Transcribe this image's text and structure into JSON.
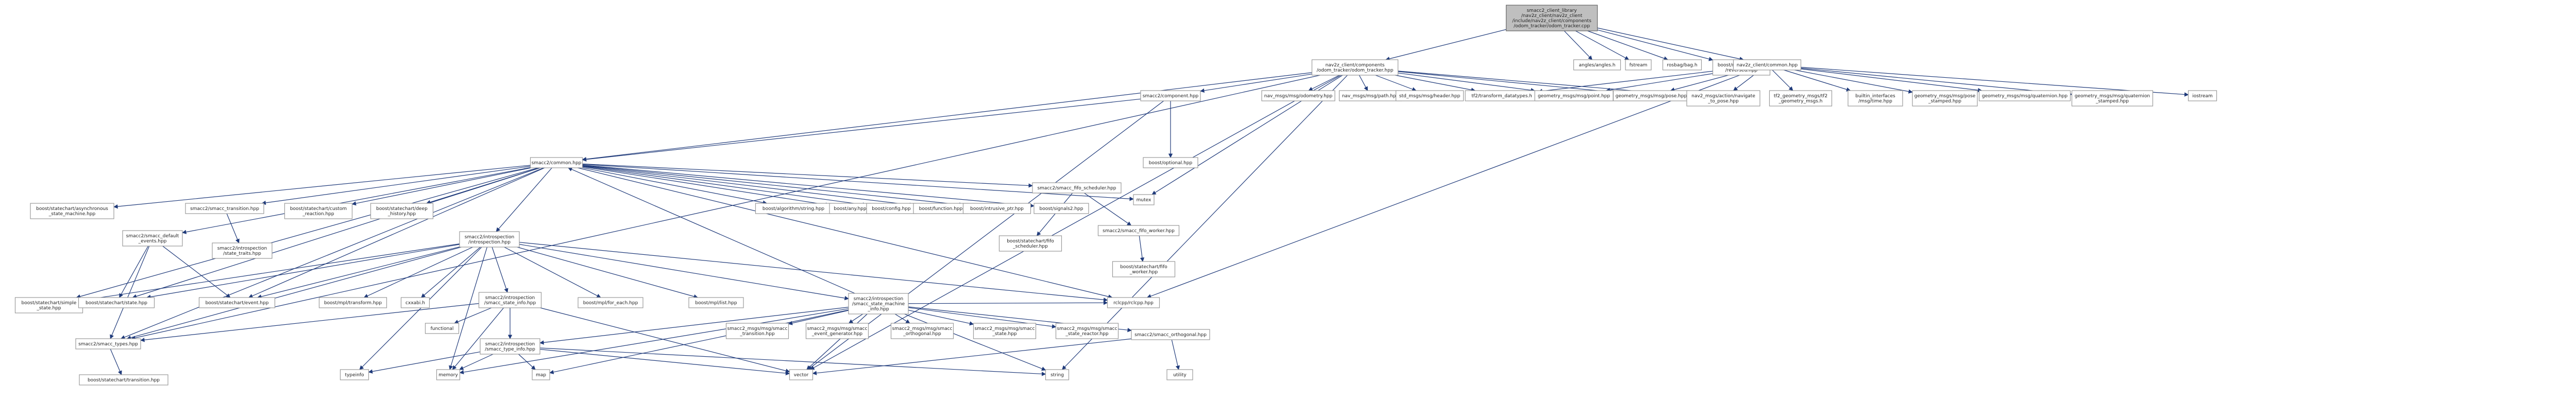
{
  "graph": {
    "edge_color": "#1f3a7a",
    "node_border": "#999999",
    "root_fill": "#bfbfbf",
    "nodes": [
      {
        "id": "root",
        "lines": [
          "smacc2_client_library",
          "/nav2z_client/nav2z_client",
          "/include/nav2z_client/components",
          "/odom_tracker/odom_tracker.cpp"
        ],
        "root": true
      },
      {
        "id": "ot_hpp",
        "lines": [
          "nav2z_client/components",
          "/odom_tracker/odom_tracker.hpp"
        ]
      },
      {
        "id": "angles",
        "lines": [
          "angles/angles.h"
        ]
      },
      {
        "id": "fstream",
        "lines": [
          "fstream"
        ]
      },
      {
        "id": "rosbag",
        "lines": [
          "rosbag/bag.h"
        ]
      },
      {
        "id": "boost_range",
        "lines": [
          "boost/range/adaptor",
          "/reversed.hpp"
        ]
      },
      {
        "id": "nav2z_common",
        "lines": [
          "nav2z_client/common.hpp"
        ]
      },
      {
        "id": "smacc2_component",
        "lines": [
          "smacc2/component.hpp"
        ]
      },
      {
        "id": "odometry",
        "lines": [
          "nav_msgs/msg/odometry.hpp"
        ]
      },
      {
        "id": "path",
        "lines": [
          "nav_msgs/msg/path.hpp"
        ]
      },
      {
        "id": "header",
        "lines": [
          "std_msgs/msg/header.hpp"
        ]
      },
      {
        "id": "tf2_datatypes",
        "lines": [
          "tf2/transform_datatypes.h"
        ]
      },
      {
        "id": "point",
        "lines": [
          "geometry_msgs/msg/point.hpp"
        ]
      },
      {
        "id": "pose",
        "lines": [
          "geometry_msgs/msg/pose.hpp"
        ]
      },
      {
        "id": "navigate_to_pose",
        "lines": [
          "nav2_msgs/action/navigate",
          "_to_pose.hpp"
        ]
      },
      {
        "id": "tf2_geometry",
        "lines": [
          "tf2_geometry_msgs/tf2",
          "_geometry_msgs.h"
        ]
      },
      {
        "id": "builtin_time",
        "lines": [
          "builtin_interfaces",
          "/msg/time.hpp"
        ]
      },
      {
        "id": "pose_stamped",
        "lines": [
          "geometry_msgs/msg/pose",
          "_stamped.hpp"
        ]
      },
      {
        "id": "quaternion",
        "lines": [
          "geometry_msgs/msg/quaternion.hpp"
        ]
      },
      {
        "id": "quaternion_stamped",
        "lines": [
          "geometry_msgs/msg/quaternion",
          "_stamped.hpp"
        ]
      },
      {
        "id": "iostream",
        "lines": [
          "iostream"
        ]
      },
      {
        "id": "boost_optional",
        "lines": [
          "boost/optional.hpp"
        ]
      },
      {
        "id": "smacc2_common",
        "lines": [
          "smacc2/common.hpp"
        ]
      },
      {
        "id": "mutex",
        "lines": [
          "mutex"
        ]
      },
      {
        "id": "async_state_machine",
        "lines": [
          "boost/statechart/asynchronous",
          "_state_machine.hpp"
        ]
      },
      {
        "id": "smacc2_transition",
        "lines": [
          "smacc2/smacc_transition.hpp"
        ]
      },
      {
        "id": "custom_reaction",
        "lines": [
          "boost/statechart/custom",
          "_reaction.hpp"
        ]
      },
      {
        "id": "deep_history",
        "lines": [
          "boost/statechart/deep",
          "_history.hpp"
        ]
      },
      {
        "id": "algorithm_string",
        "lines": [
          "boost/algorithm/string.hpp"
        ]
      },
      {
        "id": "boost_any",
        "lines": [
          "boost/any.hpp"
        ]
      },
      {
        "id": "boost_config",
        "lines": [
          "boost/config.hpp"
        ]
      },
      {
        "id": "boost_function",
        "lines": [
          "boost/function.hpp"
        ]
      },
      {
        "id": "intrusive_ptr",
        "lines": [
          "boost/intrusive_ptr.hpp"
        ]
      },
      {
        "id": "boost_signals2",
        "lines": [
          "boost/signals2.hpp"
        ]
      },
      {
        "id": "fifo_scheduler",
        "lines": [
          "smacc2/smacc_fifo_scheduler.hpp"
        ]
      },
      {
        "id": "sc_fifo_scheduler",
        "lines": [
          "boost/statechart/fifo",
          "_scheduler.hpp"
        ]
      },
      {
        "id": "smacc2_fifo_worker",
        "lines": [
          "smacc2/smacc_fifo_worker.hpp"
        ]
      },
      {
        "id": "sc_fifo_worker",
        "lines": [
          "boost/statechart/fifo",
          "_worker.hpp"
        ]
      },
      {
        "id": "default_events",
        "lines": [
          "smacc2/smacc_default",
          "_events.hpp"
        ]
      },
      {
        "id": "state_traits",
        "lines": [
          "smacc2/introspection",
          "/state_traits.hpp"
        ]
      },
      {
        "id": "introspection",
        "lines": [
          "smacc2/introspection",
          "/introspection.hpp"
        ]
      },
      {
        "id": "rclcpp",
        "lines": [
          "rclcpp/rclcpp.hpp"
        ]
      },
      {
        "id": "simple_state",
        "lines": [
          "boost/statechart/simple",
          "_state.hpp"
        ]
      },
      {
        "id": "sc_state",
        "lines": [
          "boost/statechart/state.hpp"
        ]
      },
      {
        "id": "sc_event",
        "lines": [
          "boost/statechart/event.hpp"
        ]
      },
      {
        "id": "mpl_transform",
        "lines": [
          "boost/mpl/transform.hpp"
        ]
      },
      {
        "id": "cxxabi",
        "lines": [
          "cxxabi.h"
        ]
      },
      {
        "id": "smacc2_state_info",
        "lines": [
          "smacc2/introspection",
          "/smacc_state_info.hpp"
        ]
      },
      {
        "id": "mpl_for_each",
        "lines": [
          "boost/mpl/for_each.hpp"
        ]
      },
      {
        "id": "mpl_list",
        "lines": [
          "boost/mpl/list.hpp"
        ]
      },
      {
        "id": "sm_info",
        "lines": [
          "smacc2/introspection",
          "/smacc_state_machine",
          "_info.hpp"
        ]
      },
      {
        "id": "smacc2_types",
        "lines": [
          "smacc2/smacc_types.hpp"
        ]
      },
      {
        "id": "functional",
        "lines": [
          "functional"
        ]
      },
      {
        "id": "type_info",
        "lines": [
          "smacc2/introspection",
          "/smacc_type_info.hpp"
        ]
      },
      {
        "id": "msg_transition",
        "lines": [
          "smacc2_msgs/msg/smacc",
          "_transition.hpp"
        ]
      },
      {
        "id": "msg_event_generator",
        "lines": [
          "smacc2_msgs/msg/smacc",
          "_event_generator.hpp"
        ]
      },
      {
        "id": "msg_orthogonal",
        "lines": [
          "smacc2_msgs/msg/smacc",
          "_orthogonal.hpp"
        ]
      },
      {
        "id": "msg_state",
        "lines": [
          "smacc2_msgs/msg/smacc",
          "_state.hpp"
        ]
      },
      {
        "id": "msg_state_reactor",
        "lines": [
          "smacc2_msgs/msg/smacc",
          "_state_reactor.hpp"
        ]
      },
      {
        "id": "smacc2_orthogonal",
        "lines": [
          "smacc2/smacc_orthogonal.hpp"
        ]
      },
      {
        "id": "sc_transition",
        "lines": [
          "boost/statechart/transition.hpp"
        ]
      },
      {
        "id": "typeinfo",
        "lines": [
          "typeinfo"
        ]
      },
      {
        "id": "memory",
        "lines": [
          "memory"
        ]
      },
      {
        "id": "map",
        "lines": [
          "map"
        ]
      },
      {
        "id": "vector",
        "lines": [
          "vector"
        ]
      },
      {
        "id": "string",
        "lines": [
          "string"
        ]
      },
      {
        "id": "utility",
        "lines": [
          "utility"
        ]
      }
    ],
    "edges": [
      [
        "root",
        "ot_hpp"
      ],
      [
        "root",
        "angles"
      ],
      [
        "root",
        "fstream"
      ],
      [
        "root",
        "rosbag"
      ],
      [
        "root",
        "boost_range"
      ],
      [
        "root",
        "nav2z_common"
      ],
      [
        "ot_hpp",
        "smacc2_component"
      ],
      [
        "ot_hpp",
        "smacc2_common"
      ],
      [
        "ot_hpp",
        "odometry"
      ],
      [
        "ot_hpp",
        "path"
      ],
      [
        "ot_hpp",
        "header"
      ],
      [
        "ot_hpp",
        "tf2_datatypes"
      ],
      [
        "ot_hpp",
        "point"
      ],
      [
        "ot_hpp",
        "pose"
      ],
      [
        "ot_hpp",
        "navigate_to_pose"
      ],
      [
        "ot_hpp",
        "mutex"
      ],
      [
        "ot_hpp",
        "vector"
      ],
      [
        "ot_hpp",
        "string"
      ],
      [
        "ot_hpp",
        "smacc2_types"
      ],
      [
        "nav2z_common",
        "tf2_datatypes"
      ],
      [
        "nav2z_common",
        "point"
      ],
      [
        "nav2z_common",
        "pose"
      ],
      [
        "nav2z_common",
        "navigate_to_pose"
      ],
      [
        "nav2z_common",
        "tf2_geometry"
      ],
      [
        "nav2z_common",
        "builtin_time"
      ],
      [
        "nav2z_common",
        "pose_stamped"
      ],
      [
        "nav2z_common",
        "quaternion"
      ],
      [
        "nav2z_common",
        "quaternion_stamped"
      ],
      [
        "nav2z_common",
        "iostream"
      ],
      [
        "nav2z_common",
        "rclcpp"
      ],
      [
        "smacc2_component",
        "boost_optional"
      ],
      [
        "smacc2_component",
        "smacc2_common"
      ],
      [
        "smacc2_component",
        "vector"
      ],
      [
        "smacc2_common",
        "async_state_machine"
      ],
      [
        "smacc2_common",
        "smacc2_transition"
      ],
      [
        "smacc2_common",
        "custom_reaction"
      ],
      [
        "smacc2_common",
        "deep_history"
      ],
      [
        "smacc2_common",
        "algorithm_string"
      ],
      [
        "smacc2_common",
        "boost_any"
      ],
      [
        "smacc2_common",
        "boost_config"
      ],
      [
        "smacc2_common",
        "boost_function"
      ],
      [
        "smacc2_common",
        "intrusive_ptr"
      ],
      [
        "smacc2_common",
        "boost_signals2"
      ],
      [
        "smacc2_common",
        "mutex"
      ],
      [
        "smacc2_common",
        "fifo_scheduler"
      ],
      [
        "smacc2_common",
        "default_events"
      ],
      [
        "smacc2_common",
        "introspection"
      ],
      [
        "smacc2_common",
        "rclcpp"
      ],
      [
        "smacc2_common",
        "smacc2_types"
      ],
      [
        "smacc2_common",
        "simple_state"
      ],
      [
        "smacc2_common",
        "sc_state"
      ],
      [
        "smacc2_common",
        "sc_event"
      ],
      [
        "smacc2_transition",
        "state_traits"
      ],
      [
        "fifo_scheduler",
        "sc_fifo_scheduler"
      ],
      [
        "fifo_scheduler",
        "smacc2_fifo_worker"
      ],
      [
        "smacc2_fifo_worker",
        "sc_fifo_worker"
      ],
      [
        "default_events",
        "sc_state"
      ],
      [
        "default_events",
        "sc_event"
      ],
      [
        "default_events",
        "smacc2_types"
      ],
      [
        "introspection",
        "rclcpp"
      ],
      [
        "introspection",
        "simple_state"
      ],
      [
        "introspection",
        "sc_state"
      ],
      [
        "introspection",
        "sc_event"
      ],
      [
        "introspection",
        "mpl_transform"
      ],
      [
        "introspection",
        "cxxabi"
      ],
      [
        "introspection",
        "smacc2_state_info"
      ],
      [
        "introspection",
        "mpl_for_each"
      ],
      [
        "introspection",
        "mpl_list"
      ],
      [
        "introspection",
        "sm_info"
      ],
      [
        "introspection",
        "smacc2_types"
      ],
      [
        "introspection",
        "typeinfo"
      ],
      [
        "introspection",
        "memory"
      ],
      [
        "smacc2_state_info",
        "functional"
      ],
      [
        "smacc2_state_info",
        "memory"
      ],
      [
        "smacc2_state_info",
        "vector"
      ],
      [
        "smacc2_state_info",
        "type_info"
      ],
      [
        "smacc2_state_info",
        "smacc2_types"
      ],
      [
        "type_info",
        "memory"
      ],
      [
        "type_info",
        "map"
      ],
      [
        "type_info",
        "vector"
      ],
      [
        "type_info",
        "string"
      ],
      [
        "type_info",
        "typeinfo"
      ],
      [
        "sm_info",
        "rclcpp"
      ],
      [
        "sm_info",
        "memory"
      ],
      [
        "sm_info",
        "vector"
      ],
      [
        "sm_info",
        "string"
      ],
      [
        "sm_info",
        "smacc2_common"
      ],
      [
        "sm_info",
        "msg_transition"
      ],
      [
        "sm_info",
        "msg_event_generator"
      ],
      [
        "sm_info",
        "msg_orthogonal"
      ],
      [
        "sm_info",
        "msg_state"
      ],
      [
        "sm_info",
        "msg_state_reactor"
      ],
      [
        "sm_info",
        "smacc2_orthogonal"
      ],
      [
        "sm_info",
        "map"
      ],
      [
        "sm_info",
        "type_info"
      ],
      [
        "smacc2_orthogonal",
        "utility"
      ],
      [
        "smacc2_orthogonal",
        "vector"
      ],
      [
        "smacc2_types",
        "sc_transition"
      ]
    ]
  }
}
